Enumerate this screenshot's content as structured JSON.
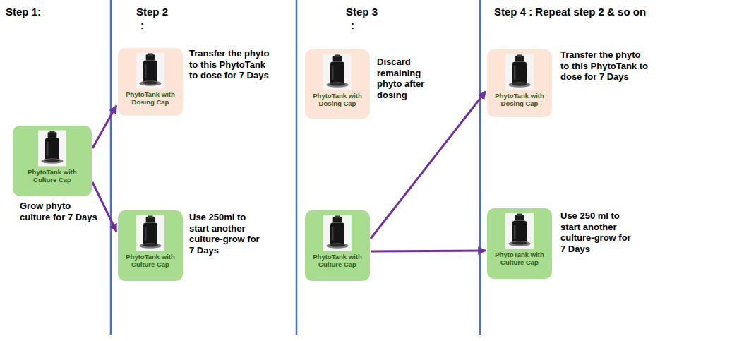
{
  "diagram": {
    "nodes": [
      {
        "text": [
          "PhytoTank with Culture Cap"
        ]
      },
      {
        "text": [
          "PhytoTank with Dosing Cap"
        ]
      },
      {
        "text": [
          "PhytoTank with Culture Cap"
        ]
      },
      {
        "text": [
          "PhytoTank with Dosing Cap"
        ]
      },
      {
        "text": [
          "PhytoTank with Culture Cap"
        ]
      },
      {
        "text": [
          "PhytoTank with Dosing Cap"
        ]
      },
      {
        "text": [
          "PhytoTank with Culture Cap"
        ]
      }
    ],
    "edges": [
      {
        "from": 0,
        "to": 1,
        "arrow": "to"
      },
      {
        "from": 0,
        "to": 2,
        "arrow": "to"
      },
      {
        "from": 4,
        "to": 5,
        "arrow": "to"
      },
      {
        "from": 4,
        "to": 6,
        "arrow": "to"
      }
    ],
    "labels": [
      "Step 1:",
      "Step 2",
      ":",
      "Step 3",
      ":",
      "Step 4 : Repeat step 2 & so on",
      "Grow phyto culture for 7 Days",
      "Transfer the phyto to this PhytoTank to dose for 7 Days",
      "Use 250ml to start another culture-grow for 7 Days",
      "Discard remaining phyto after dosing",
      "Transfer the phyto to this PhytoTank to dose for 7 Days",
      "Use 250 ml to start another culture-grow for 7 Days"
    ]
  }
}
